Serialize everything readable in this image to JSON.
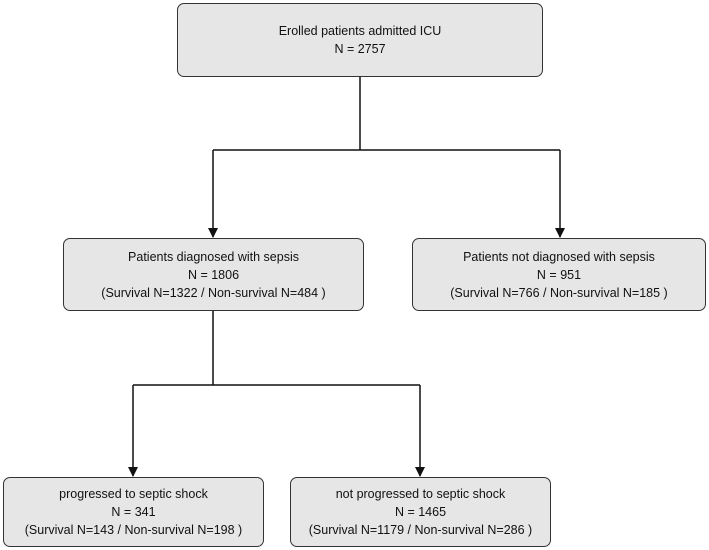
{
  "nodes": {
    "root": {
      "title": "Erolled patients admitted ICU",
      "count": "N = 2757"
    },
    "sepsis": {
      "title": "Patients diagnosed with sepsis",
      "count": "N = 1806",
      "outcome": "(Survival N=1322 / Non-survival N=484 )"
    },
    "no_sepsis": {
      "title": "Patients not diagnosed with sepsis",
      "count": "N = 951",
      "outcome": "(Survival N=766 / Non-survival N=185 )"
    },
    "septic_shock": {
      "title": "progressed to septic shock",
      "count": "N = 341",
      "outcome": "(Survival N=143 / Non-survival N=198 )"
    },
    "no_septic_shock": {
      "title": "not progressed to septic shock",
      "count": "N = 1465",
      "outcome": "(Survival N=1179 / Non-survival N=286 )"
    }
  },
  "colors": {
    "box_fill": "#e6e6e6",
    "box_border": "#333333",
    "connector": "#111111"
  }
}
